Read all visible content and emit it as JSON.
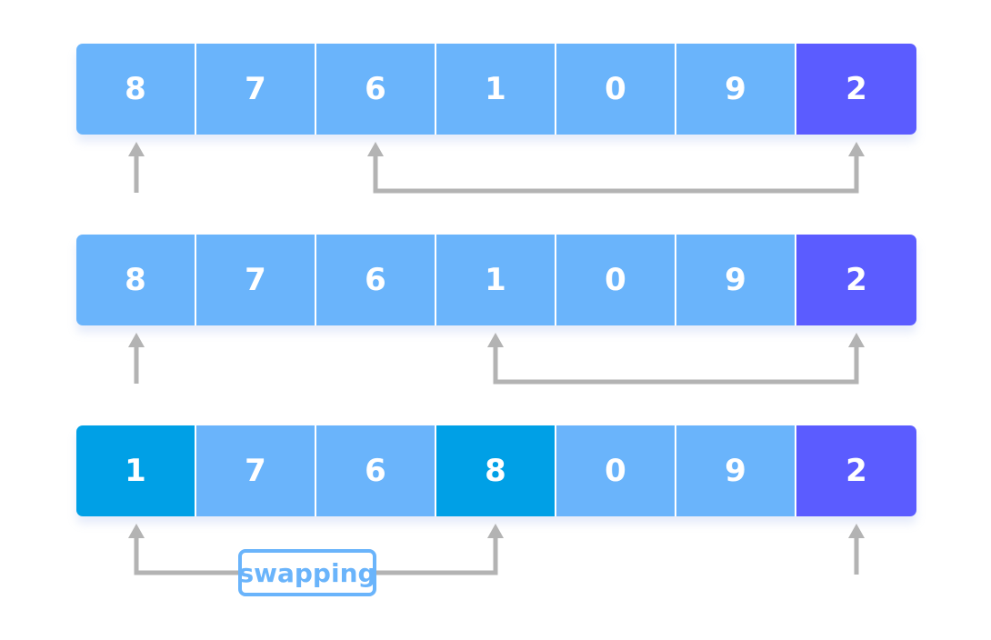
{
  "colors": {
    "default": "#6ab4fb",
    "pivot": "#5b5cff",
    "swapped": "#00a0e6",
    "arrow": "#b3b3b3",
    "label": "#6ab4fb"
  },
  "rows": [
    {
      "cells": [
        {
          "value": "8",
          "state": "default"
        },
        {
          "value": "7",
          "state": "default"
        },
        {
          "value": "6",
          "state": "default"
        },
        {
          "value": "1",
          "state": "default"
        },
        {
          "value": "0",
          "state": "default"
        },
        {
          "value": "9",
          "state": "default"
        },
        {
          "value": "2",
          "state": "pivot"
        }
      ]
    },
    {
      "cells": [
        {
          "value": "8",
          "state": "default"
        },
        {
          "value": "7",
          "state": "default"
        },
        {
          "value": "6",
          "state": "default"
        },
        {
          "value": "1",
          "state": "default"
        },
        {
          "value": "0",
          "state": "default"
        },
        {
          "value": "9",
          "state": "default"
        },
        {
          "value": "2",
          "state": "pivot"
        }
      ]
    },
    {
      "cells": [
        {
          "value": "1",
          "state": "swapped"
        },
        {
          "value": "7",
          "state": "default"
        },
        {
          "value": "6",
          "state": "default"
        },
        {
          "value": "8",
          "state": "swapped"
        },
        {
          "value": "0",
          "state": "default"
        },
        {
          "value": "9",
          "state": "default"
        },
        {
          "value": "2",
          "state": "pivot"
        }
      ]
    }
  ],
  "swap_label": "swapping"
}
